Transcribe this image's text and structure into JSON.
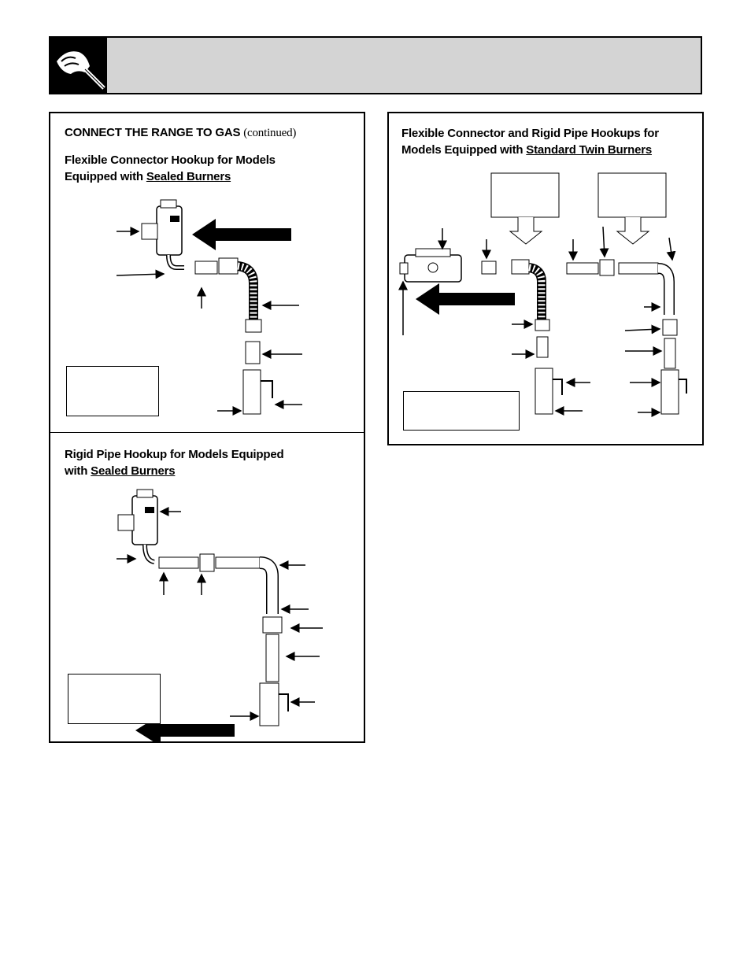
{
  "header": {
    "title": "",
    "icon": "hand-tool-icon"
  },
  "left_panel": {
    "section_title": "CONNECT THE RANGE TO GAS",
    "section_title_suffix": "(continued)",
    "flex_heading_line1": "Flexible Connector Hookup for Models",
    "flex_heading_line2_prefix": "Equipped with ",
    "flex_heading_line2_underlined": "Sealed Burners",
    "rigid_heading_line1": "Rigid Pipe Hookup for Models Equipped",
    "rigid_heading_line2_prefix": "with ",
    "rigid_heading_line2_underlined": "Sealed Burners"
  },
  "right_panel": {
    "heading_line1": "Flexible Connector and Rigid Pipe Hookups for",
    "heading_line2_prefix": "Models Equipped with ",
    "heading_line2_underlined": "Standard Twin Burners"
  },
  "colors": {
    "header_background": "#d4d4d4",
    "border": "#000000"
  }
}
